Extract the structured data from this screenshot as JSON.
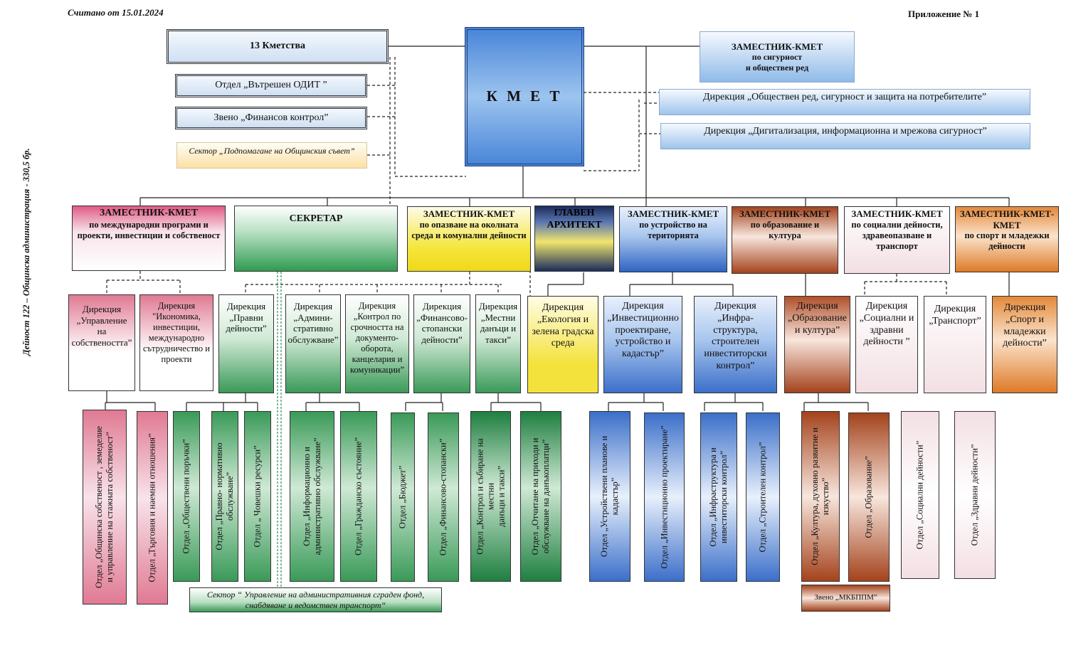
{
  "header": {
    "left": "Считано от 15.01.2024",
    "right": "Приложение № 1"
  },
  "side_label": "Дейност 122 – Общинска администрация  - 330,5 бр.",
  "top": {
    "kmet": "К М Е Т",
    "kmetstva": "13 Кметства",
    "audit": "Отдел „Вътрешен ОДИТ ”",
    "fin_control": "Звено „Финансов контрол”",
    "council_support": "Сектор „Подпомагане на Общинския съвет”",
    "deputy_security_title": "ЗАМЕСТНИК-КМЕТ",
    "deputy_security_sub": "по сигурност\nи обществен ред",
    "dir_public_order": "Дирекция „Обществен ред, сигурност и защита на потребителите”",
    "dir_digital": "Дирекция „Дигитализация, информационна и мрежова сигурност”"
  },
  "heads": [
    {
      "title": "ЗАМЕСТНИК-КМЕТ",
      "sub": "по международни програми и проекти, инвестиции и собственост"
    },
    {
      "title": "СЕКРЕТАР",
      "sub": ""
    },
    {
      "title": "ЗАМЕСТНИК-КМЕТ",
      "sub": "по опазване на околната среда и комунални дейности"
    },
    {
      "title": "ГЛАВЕН АРХИТЕКТ",
      "sub": ""
    },
    {
      "title": "ЗАМЕСТНИК-КМЕТ",
      "sub": "по устройство на територията"
    },
    {
      "title": "ЗАМЕСТНИК-КМЕТ",
      "sub": "по образование и култура"
    },
    {
      "title": "ЗАМЕСТНИК-КМЕТ",
      "sub": "по социални дейности, здравеопазване и транспорт"
    },
    {
      "title": "ЗАМЕСТНИК-КМЕТ- КМЕТ",
      "sub": "по спорт и младежки дейности"
    }
  ],
  "directorates": [
    "Дирекция „Управление на собствеността”",
    "Дирекция \"Икономика, инвестиции, международно сътрудничество и проекти",
    "Дирекция „Правни дейности”",
    "Дирекция „Админи-стративно обслужване”",
    "Дирекция „Контрол по срочността на документо-оборота, канцелария и комуникации”",
    "Дирекция „Финансово-стопански дейности”",
    "Дирекция „Местни данъци и такси”",
    "Дирекция „Екология и зелена градска среда",
    "Дирекция „Инвестиционно проектиране, устройство и кадастър”",
    "Дирекция „Инфра-структура, строителен инвеститорски контрол”",
    "Дирекция „Образование и култура”",
    "Дирекция „Социални и здравни дейности ”",
    "Дирекция „Транспорт”",
    "Дирекция „Спорт и младежки дейности”"
  ],
  "departments": [
    "Отдел „Общинска собственост , земеделие\nи управление на стажната собственост”",
    "Отдел „Търговия и наемни отношения”",
    "Отдел „Обществени поръчки”",
    "Отдел „Правно- нормативно\nобслужване”",
    "Отдел „ Човешки ресурси”",
    "Отдел „Информационно и\nадминистративно обслужване”",
    "Отдел „Гражданско състояние”",
    "Отдел „Бюджет”",
    "Отдел „Финансово-стопански”",
    "Отдел „Контрол и събиране на\nместни\nданъци и такси”",
    "Отдел „Отчитане на приходи и\nобслужване на данъкоплатци”",
    "Отдел „Устройствени планове и\nкадастър”",
    "Отдел „Инвестиционно проектиране”",
    "Отдел „Инфраструктура и\nинвеститорски контрол”",
    "Отдел „Строителен контрол”",
    "Отдел „Култура, духовно развитие и\nизкуство”",
    "Отдел „Образование”",
    "Отдел „Социални дейности”",
    "Отдел „Здравни дейности”"
  ],
  "sector_admin": "Сектор  “ Управление на административния сграден фонд,\nснабдяване и ведомствен транспорт“",
  "zveno": "Звено „МКБППМ”",
  "colors": {
    "pink": "#e07a93",
    "green": "#4fa05f",
    "yellow": "#f4e23c",
    "navy": "#1b2d5c",
    "blue": "#3b6fc9",
    "brown": "#b0502a",
    "lightpink": "#f3dfe3",
    "orange": "#e3893a",
    "lightblue": "#8fb8e6"
  }
}
